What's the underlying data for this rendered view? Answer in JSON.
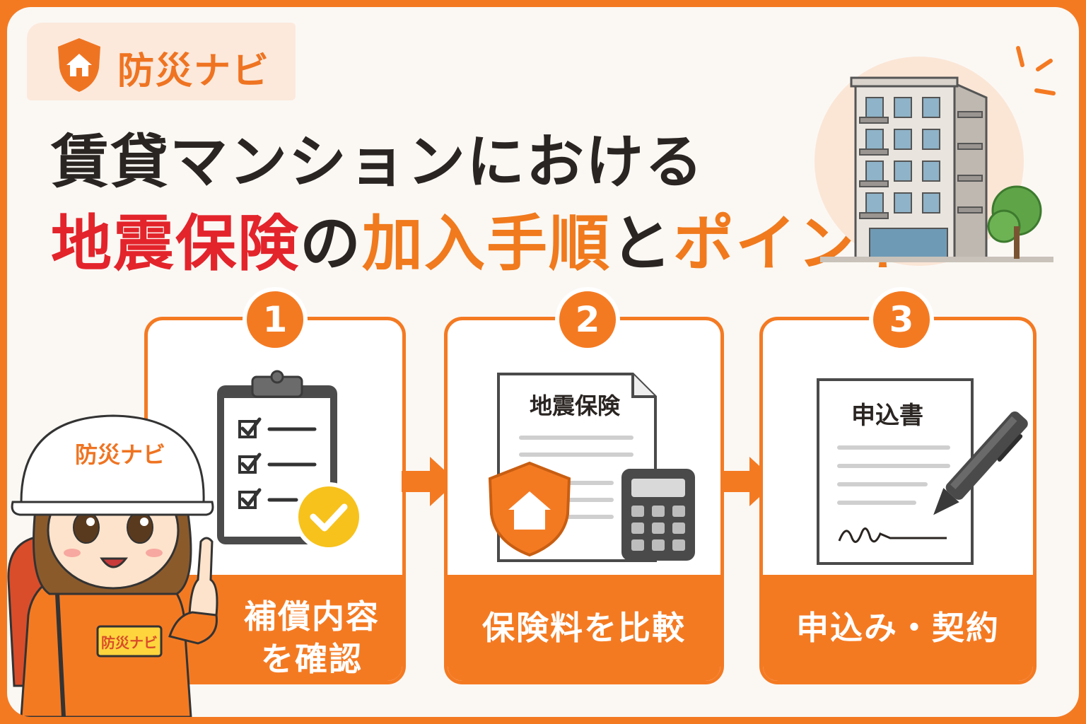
{
  "brand": {
    "name": "防災ナビ",
    "color": "#f47a22"
  },
  "title": {
    "line1": "賃貸マンションにおける",
    "line2_part1": "地震保険",
    "line2_part2": "の",
    "line2_part3": "加入手順",
    "line2_part4": "と",
    "line2_part5": "ポイント"
  },
  "steps": [
    {
      "number": "1",
      "label": "補償内容を確認",
      "label_line1": "補償内容",
      "label_line2": "を確認",
      "icon": "clipboard-check-icon"
    },
    {
      "number": "2",
      "label": "保険料を比較",
      "icon": "insurance-document-calculator-icon",
      "doc_title": "地震保険"
    },
    {
      "number": "3",
      "label": "申込み・契約",
      "icon": "application-form-pen-icon",
      "doc_title": "申込書"
    }
  ],
  "mascot": {
    "helmet_text": "防災ナビ",
    "badge_text": "防災ナビ"
  },
  "colors": {
    "accent": "#f47a22",
    "title_red": "#e3242b",
    "title_dark": "#2a2522",
    "check_yellow": "#f7c21c"
  }
}
